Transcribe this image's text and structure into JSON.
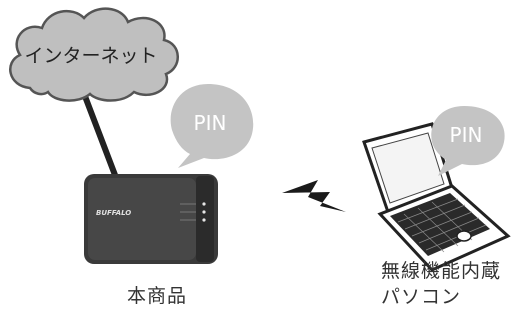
{
  "cloud": {
    "label": "インターネット"
  },
  "router": {
    "pin_label": "PIN",
    "brand": "BUFFALO",
    "caption": "本商品"
  },
  "pc": {
    "pin_label": "PIN",
    "caption_lines": [
      "無線機能内蔵",
      "パソコン"
    ]
  },
  "colors": {
    "cloud": "#bfbfbf",
    "bubble": "#c4c4c4",
    "device": "#3a3a3a",
    "text": "#333333"
  }
}
